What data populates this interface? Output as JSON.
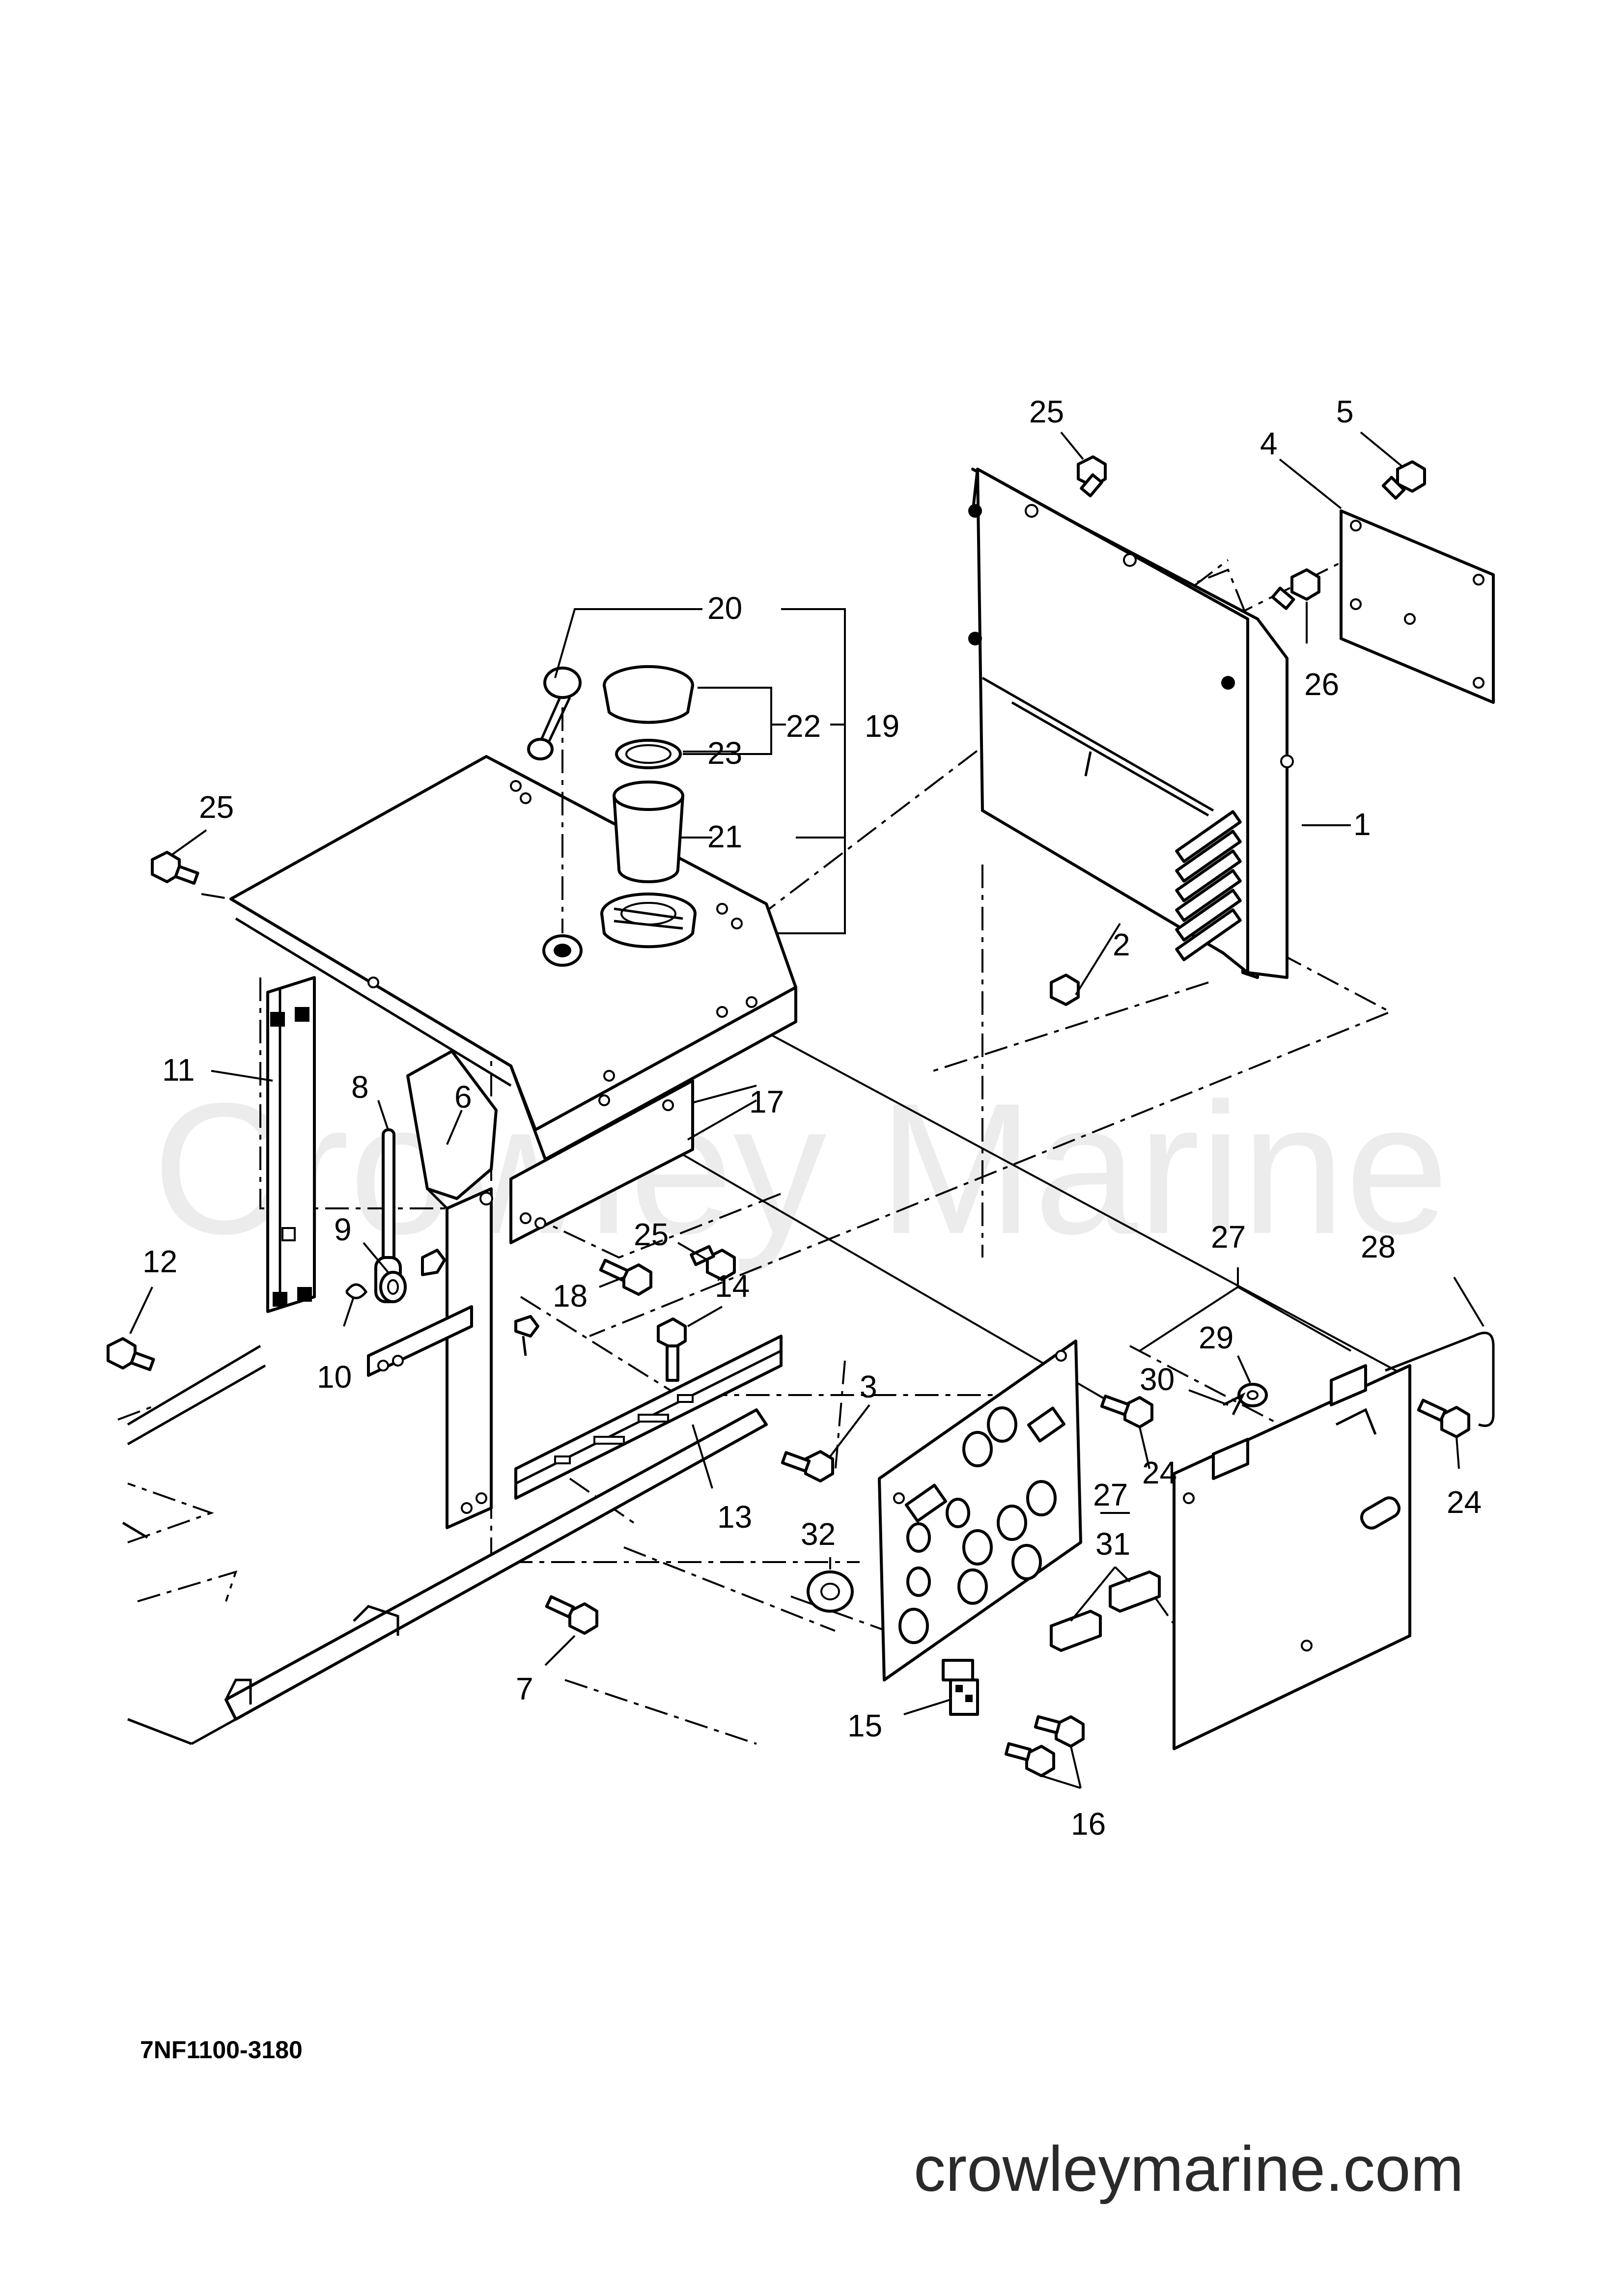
{
  "watermark": "Crowley Marine",
  "drawing_code": "7NF1100-3180",
  "website": "crowleymarine.com",
  "callouts": {
    "c1": "1",
    "c2": "2",
    "c3": "3",
    "c4": "4",
    "c5": "5",
    "c6": "6",
    "c7": "7",
    "c8": "8",
    "c9": "9",
    "c10": "10",
    "c11": "11",
    "c12": "12",
    "c13": "13",
    "c14": "14",
    "c15": "15",
    "c16": "16",
    "c17": "17",
    "c18": "18",
    "c19": "19",
    "c20": "20",
    "c21": "21",
    "c22": "22",
    "c23": "23",
    "c24a": "24",
    "c24b": "24",
    "c25a": "25",
    "c25b": "25",
    "c25c": "25",
    "c26": "26",
    "c27a": "27",
    "c27b": "27",
    "c28": "28",
    "c29": "29",
    "c30": "30",
    "c31": "31",
    "c32": "32"
  }
}
